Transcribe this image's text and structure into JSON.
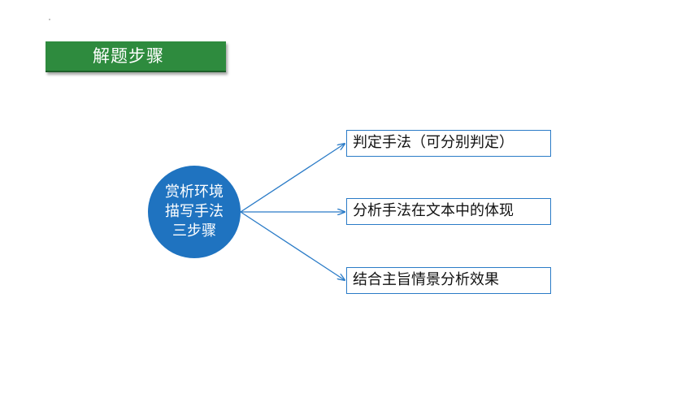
{
  "header": {
    "title": "解题步骤"
  },
  "center_node": {
    "lines": [
      "赏析环境",
      "描写手法",
      "三步骤"
    ]
  },
  "steps": [
    {
      "label": "判定手法（可分别判定）"
    },
    {
      "label": "分析手法在文本中的体现"
    },
    {
      "label": "结合主旨情景分析效果"
    }
  ],
  "colors": {
    "title_background": "#2e8b3e",
    "circle_fill": "#1f73c0",
    "arrow_and_border": "#2a7bc7",
    "text_dark": "#111111",
    "text_light": "#ffffff"
  }
}
